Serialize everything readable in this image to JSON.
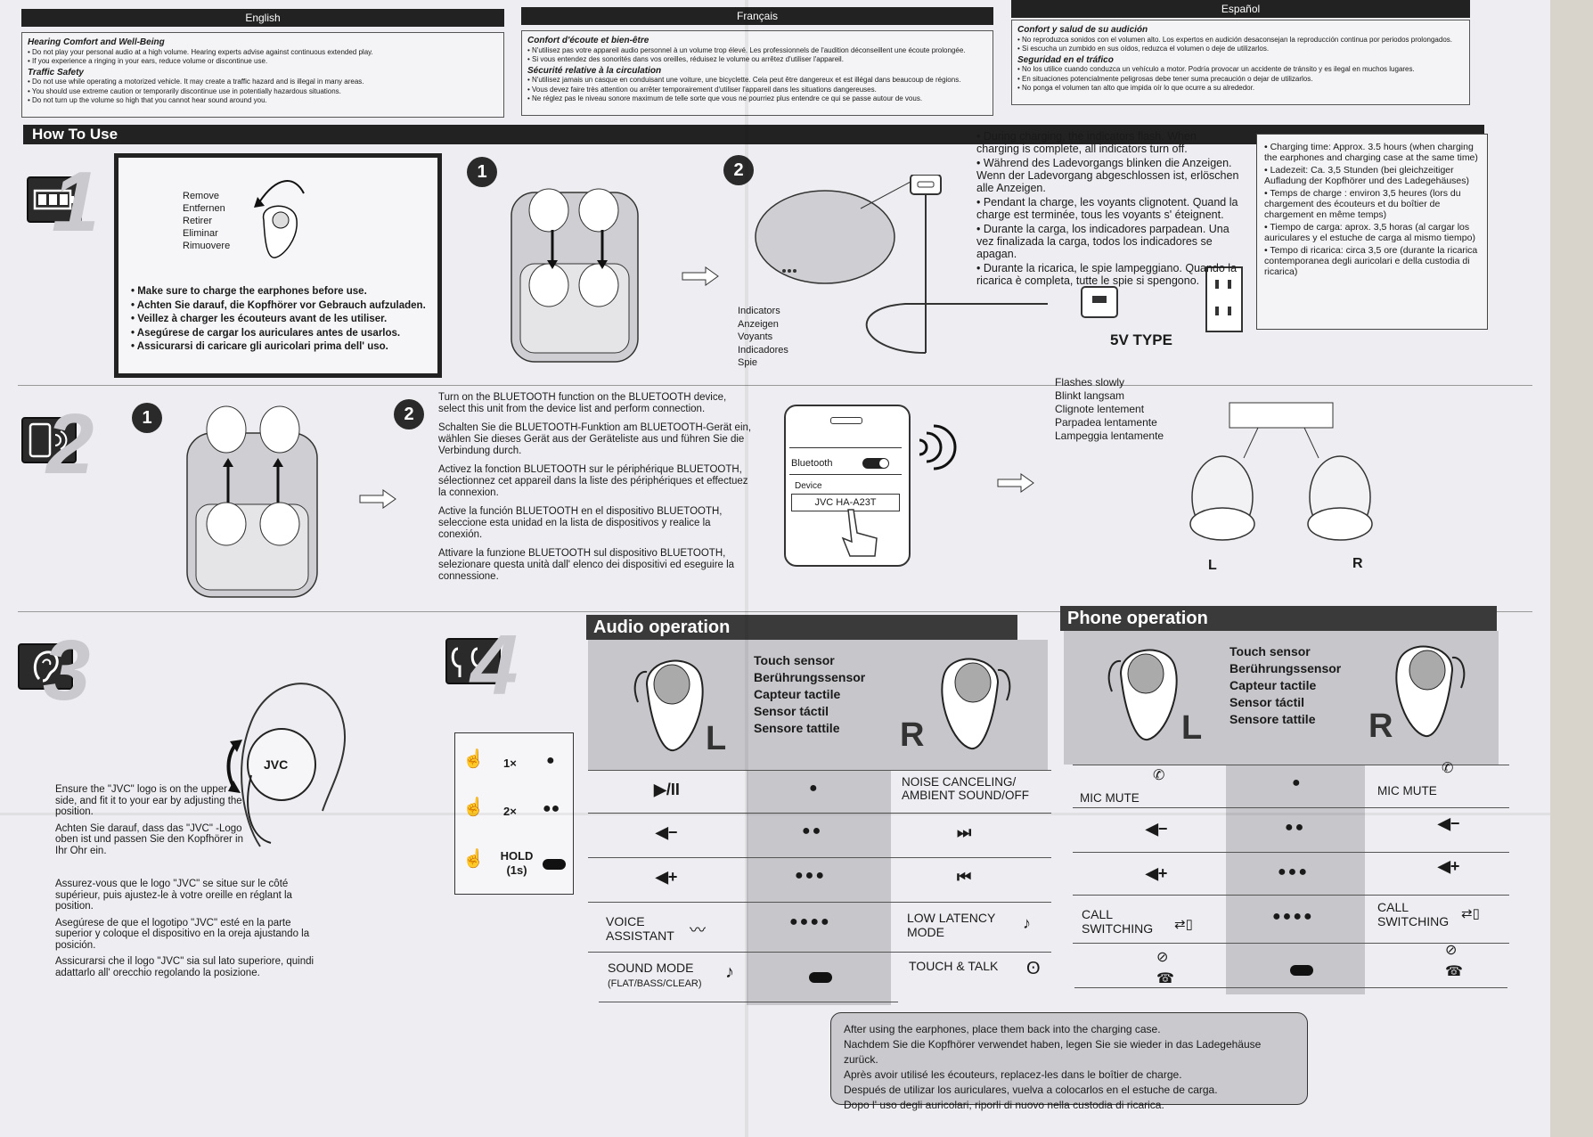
{
  "languages": {
    "english": "English",
    "francais": "Français",
    "espanol": "Español"
  },
  "safety": {
    "en": {
      "h1": "Hearing Comfort and Well-Being",
      "l1": "• Do not play your personal audio at a high volume. Hearing experts advise against continuous extended play.",
      "l2": "• If you experience a ringing in your ears, reduce volume or discontinue use.",
      "h2": "Traffic Safety",
      "l3": "• Do not use while operating a motorized vehicle. It may create a traffic hazard and is illegal in many areas.",
      "l4": "• You should use extreme caution or temporarily discontinue use in potentially hazardous situations.",
      "l5": "• Do not turn up the volume so high that you cannot hear sound around you."
    },
    "fr": {
      "h1": "Confort d'écoute et bien-être",
      "l1": "• N'utilisez pas votre appareil audio personnel à un volume trop élevé. Les professionnels de l'audition déconseillent une écoute prolongée.",
      "l2": "• Si vous entendez des sonorités dans vos oreilles, réduisez le volume ou arrêtez d'utiliser l'appareil.",
      "h2": "Sécurité relative à la circulation",
      "l3": "• N'utilisez jamais un casque en conduisant une voiture, une bicyclette. Cela peut être dangereux et est illégal dans beaucoup de régions.",
      "l4": "• Vous devez faire très attention ou arrêter temporairement d'utiliser l'appareil dans les situations dangereuses.",
      "l5": "• Ne réglez pas le niveau sonore maximum de telle sorte que vous ne pourriez plus entendre ce qui se passe autour de vous."
    },
    "es": {
      "h1": "Confort y salud de su audición",
      "l1": "• No reproduzca sonidos con el volumen alto. Los expertos en audición desaconsejan la reproducción continua por periodos prolongados.",
      "l2": "• Si escucha un zumbido en sus oídos, reduzca el volumen o deje de utilizarlos.",
      "h2": "Seguridad en el tráfico",
      "l3": "• No los utilice cuando conduzca un vehículo a motor. Podría provocar un accidente de tránsito y es ilegal en muchos lugares.",
      "l4": "• En situaciones potencialmente peligrosas debe tener suma precaución o dejar de utilizarlos.",
      "l5": "• No ponga el volumen tan alto que impida oír lo que ocurre a su alrededor."
    }
  },
  "how_to_use": "How To Use",
  "step1": {
    "num": "1",
    "remove": [
      "Remove",
      "Entfernen",
      "Retirer",
      "Eliminar",
      "Rimuovere"
    ],
    "bullets": [
      "• Make sure to charge the earphones before use.",
      "• Achten Sie darauf, die Kopfhörer vor Gebrauch aufzuladen.",
      "• Veillez à charger les écouteurs avant de les utiliser.",
      "• Asegúrese de cargar los auriculares antes de usarlos.",
      "• Assicurarsi di caricare gli auricolari prima dell' uso."
    ],
    "circle1": "1",
    "circle2": "2",
    "indicators": [
      "Indicators",
      "Anzeigen",
      "Voyants",
      "Indicadores",
      "Spie"
    ],
    "charging_notes": [
      "• During charging, the indicators flash. When charging is complete, all indicators turn off.",
      "• Während des Ladevorgangs blinken die Anzeigen. Wenn der Ladevorgang abgeschlossen ist, erlöschen alle Anzeigen.",
      "• Pendant la charge, les voyants clignotent. Quand la charge est terminée, tous les voyants s' éteignent.",
      "• Durante la carga, los indicadores parpadean. Una vez finalizada la carga, todos los indicadores se apagan.",
      "• Durante la ricarica, le spie lampeggiano. Quando la ricarica è completa, tutte le spie si spengono."
    ],
    "type_label": "5V TYPE",
    "charge_time": [
      "• Charging time: Approx. 3.5 hours (when charging the earphones and charging case at the same time)",
      "• Ladezeit: Ca. 3,5 Stunden (bei gleichzeitiger Aufladung der Kopfhörer und des Ladegehäuses)",
      "• Temps de charge : environ 3,5 heures (lors du chargement des écouteurs et du boîtier de chargement en même temps)",
      "• Tiempo de carga: aprox. 3,5 horas (al cargar los auriculares y el estuche de carga al mismo tiempo)",
      "• Tempo di ricarica: circa 3,5 ore (durante la ricarica contemporanea degli auricolari e della custodia di ricarica)"
    ]
  },
  "step2": {
    "num": "2",
    "circle1": "1",
    "circle2": "2",
    "instructions": [
      "Turn on the BLUETOOTH function on the BLUETOOTH device, select this unit from the device list and perform connection.",
      "Schalten Sie die BLUETOOTH-Funktion am BLUETOOTH-Gerät ein, wählen Sie dieses Gerät aus der Geräteliste aus und führen Sie die Verbindung durch.",
      "Activez la fonction BLUETOOTH sur le périphérique BLUETOOTH, sélectionnez cet appareil dans la liste des périphériques et effectuez la connexion.",
      "Active la función BLUETOOTH en el dispositivo BLUETOOTH, seleccione esta unidad en la lista de dispositivos y realice la conexión.",
      "Attivare la funzione BLUETOOTH sul dispositivo BLUETOOTH, selezionare questa unità dall' elenco dei dispositivi ed eseguire la connessione."
    ],
    "phone_bluetooth": "Bluetooth",
    "phone_device": "Device",
    "phone_model": "JVC HA-A23T",
    "flashes": [
      "Flashes slowly",
      "Blinkt langsam",
      "Clignote lentement",
      "Parpadea lentamente",
      "Lampeggia lentamente"
    ],
    "left": "L",
    "right": "R"
  },
  "step3": {
    "num": "3",
    "logo": "JVC",
    "text": [
      "Ensure the \"JVC\" logo is on the upper side, and fit it to your ear by adjusting the position.",
      "Achten Sie darauf, dass das \"JVC\" -Logo oben ist und passen Sie den Kopfhörer in Ihr Ohr ein.",
      "Assurez-vous que le logo \"JVC\" se situe sur le côté supérieur, puis ajustez-le à votre oreille en réglant la position.",
      "Asegúrese de que el logotipo \"JVC\" esté en la parte superior y coloque el dispositivo en la oreja ajustando la posición.",
      "Assicurarsi che il logo \"JVC\" sia sul lato superiore, quindi adattarlo all' orecchio regolando la posizione."
    ]
  },
  "step4": {
    "num": "4",
    "legend": [
      {
        "label": "1×",
        "mark": "●"
      },
      {
        "label": "2×",
        "mark": "●●"
      },
      {
        "label": "HOLD (1s)",
        "mark": "pill"
      }
    ],
    "audio_title": "Audio operation",
    "phone_title": "Phone operation",
    "touch_sensor": [
      "Touch sensor",
      "Berührungssensor",
      "Capteur tactile",
      "Sensor táctil",
      "Sensore tattile"
    ],
    "L": "L",
    "R": "R",
    "audio_rows": [
      {
        "left": "▶/II",
        "dots": "●",
        "right": "NOISE CANCELING/ AMBIENT SOUND/OFF"
      },
      {
        "left": "◀−",
        "dots": "●●",
        "right": "⏭"
      },
      {
        "left": "◀+",
        "dots": "●●●",
        "right": "⏮"
      },
      {
        "left": "VOICE ASSISTANT",
        "dots": "●●●●",
        "right": "LOW LATENCY MODE"
      },
      {
        "left": "SOUND MODE",
        "left_sub": "(FLAT/BASS/CLEAR)",
        "dots": "pill",
        "right": "TOUCH & TALK"
      }
    ],
    "phone_rows": [
      {
        "left": "MIC MUTE",
        "dots": "●",
        "right": "MIC MUTE"
      },
      {
        "left": "◀−",
        "dots": "●●",
        "right": "◀−"
      },
      {
        "left": "◀+",
        "dots": "●●●",
        "right": "◀+"
      },
      {
        "left": "CALL SWITCHING",
        "dots": "●●●●",
        "right": "CALL SWITCHING"
      },
      {
        "left": "",
        "dots": "pill",
        "right": ""
      }
    ]
  },
  "after_use": [
    "After using the earphones, place them back into the charging case.",
    "Nachdem Sie die Kopfhörer verwendet haben, legen Sie sie wieder in das Ladegehäuse zurück.",
    "Après avoir utilisé les écouteurs, replacez-les dans le boîtier de charge.",
    "Después de utilizar los auriculares, vuelva a colocarlos en el estuche de carga.",
    "Dopo l' uso degli auricolari, riporli di nuovo nella custodia di ricarica."
  ]
}
